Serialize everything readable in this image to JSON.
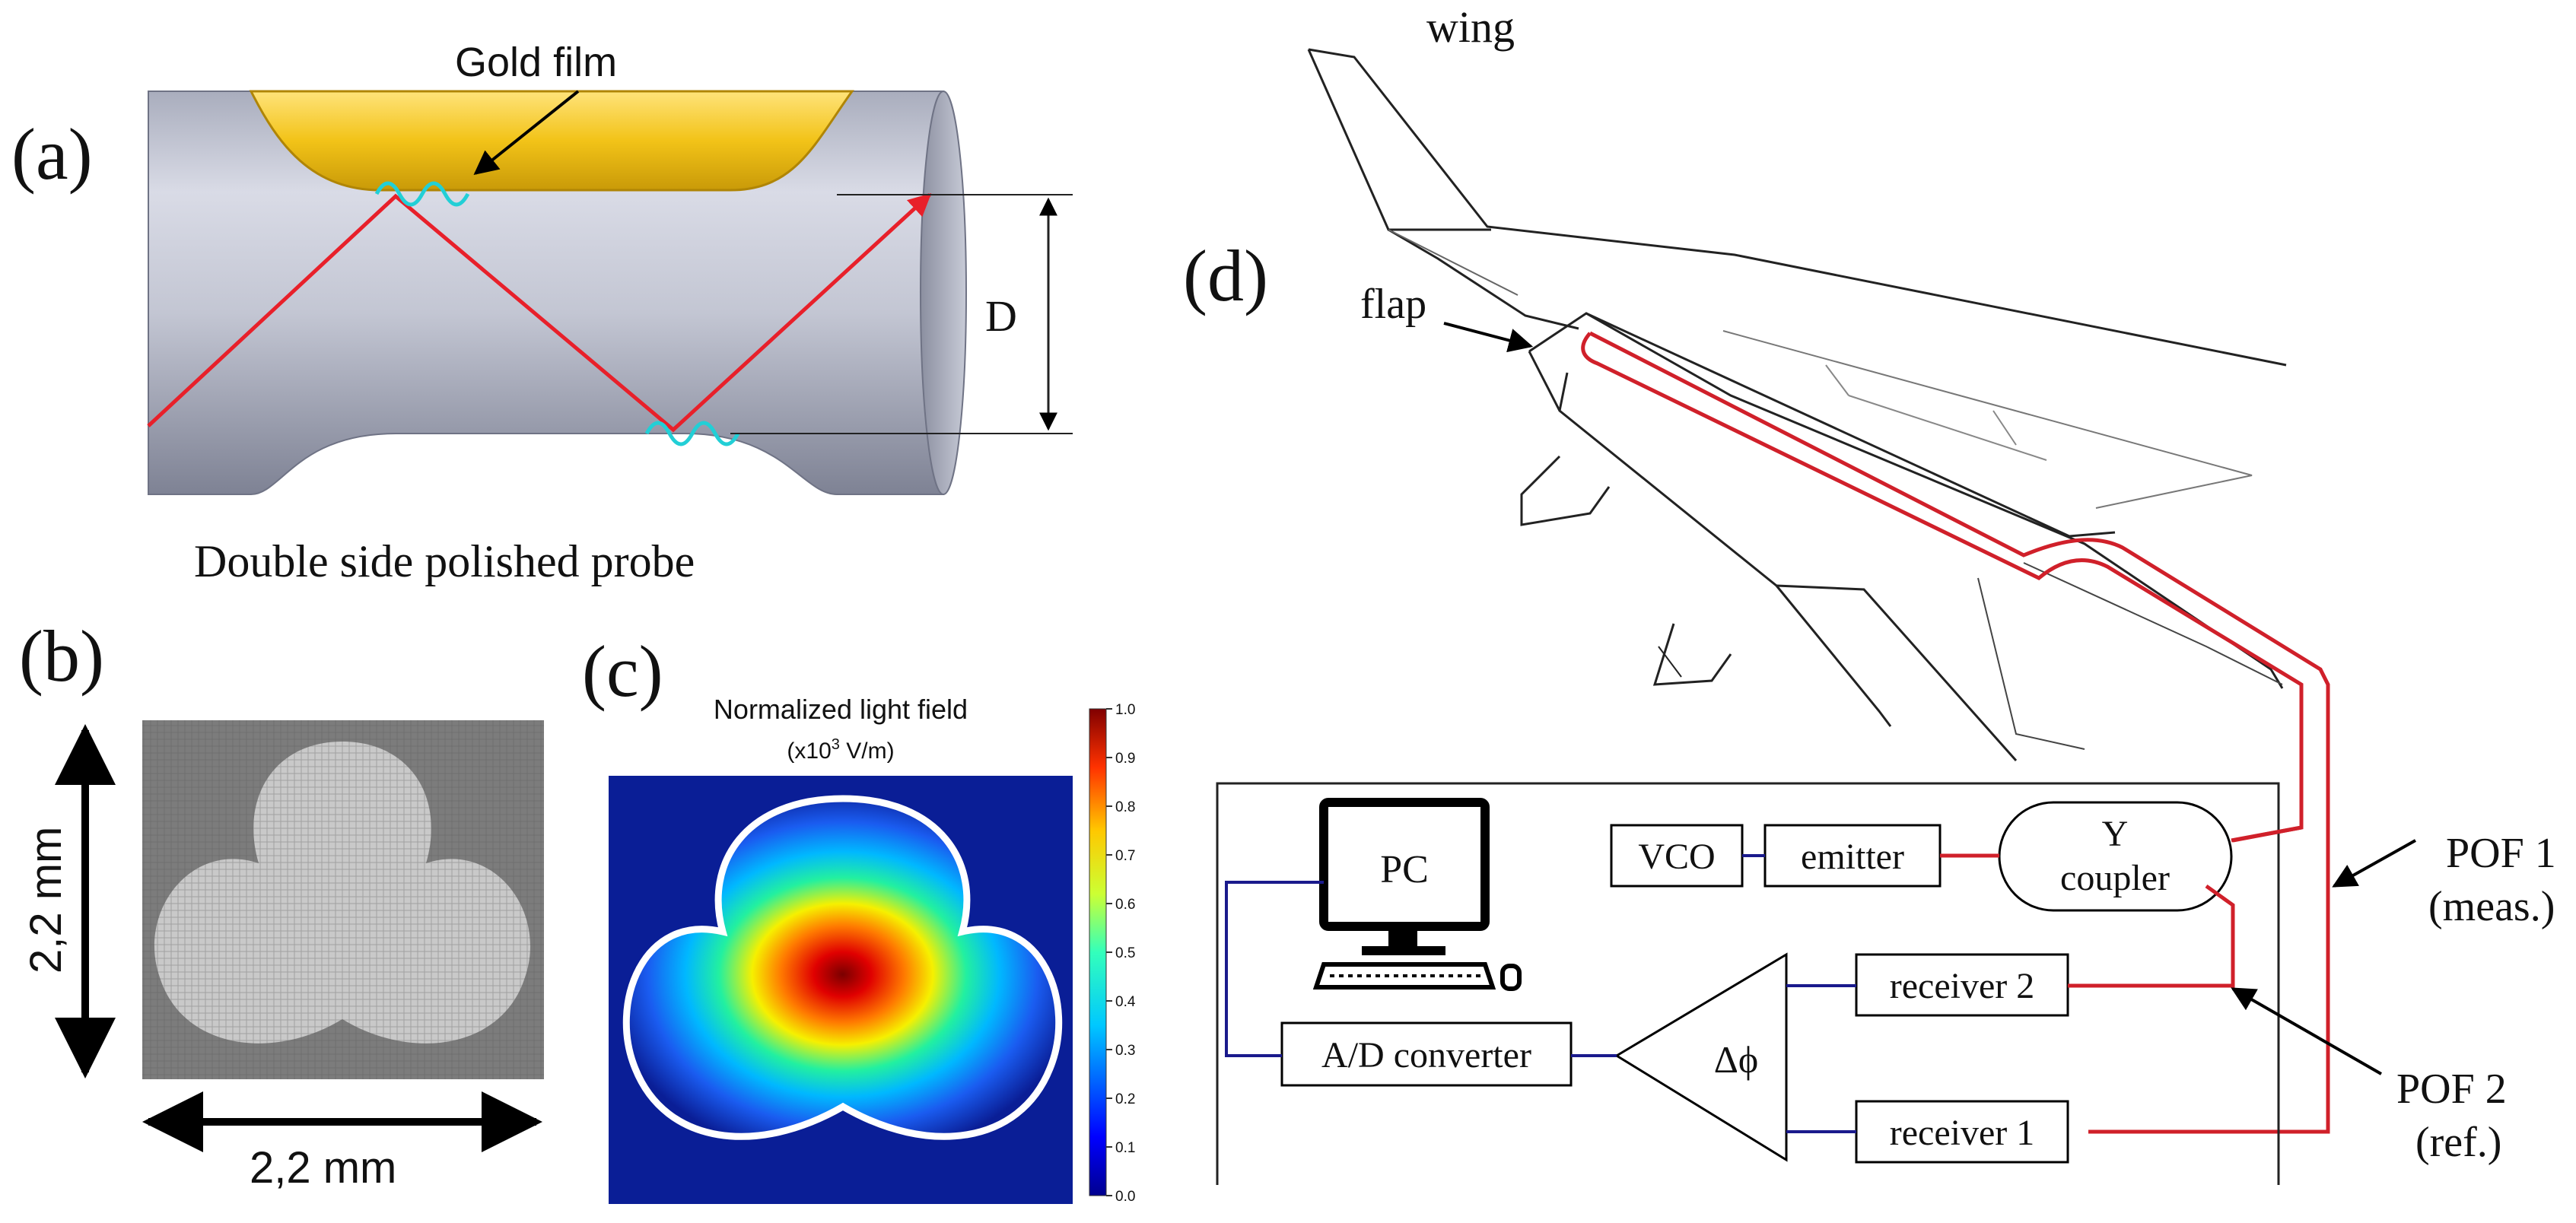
{
  "panels": {
    "a": {
      "label": "(a)",
      "gold_film_label": "Gold film",
      "diameter_label": "D",
      "caption": "Double side polished probe"
    },
    "b": {
      "label": "(b)",
      "height_label": "2,2 mm",
      "width_label": "2,2 mm"
    },
    "c": {
      "label": "(c)",
      "title": "Normalized light field",
      "unit_prefix": "(x10",
      "unit_exp": "3",
      "unit_suffix": " V/m)",
      "colorbar_ticks": [
        "0.0",
        "0.1",
        "0.2",
        "0.3",
        "0.4",
        "0.5",
        "0.6",
        "0.7",
        "0.8",
        "0.9",
        "1.0"
      ]
    },
    "d": {
      "label": "(d)",
      "wing_label": "wing",
      "flap_label": "flap",
      "blocks": {
        "pc": "PC",
        "vco": "VCO",
        "emitter": "emitter",
        "coupler_line1": "Y",
        "coupler_line2": "coupler",
        "receiver2": "receiver 2",
        "receiver1": "receiver 1",
        "adc": "A/D converter",
        "phase": "Δϕ"
      },
      "pof1_line1": "POF 1",
      "pof1_line2": "(meas.)",
      "pof2_line1": "POF 2",
      "pof2_line2": "(ref.)"
    }
  },
  "colors": {
    "gold": "#F2C318",
    "probe": "#B4B8C8",
    "light_ray": "#E8202A",
    "fiber": "#D0202A",
    "wire": "#1A1A8C",
    "plasmon": "#22CFD6",
    "field_background": "#0A1E96"
  }
}
